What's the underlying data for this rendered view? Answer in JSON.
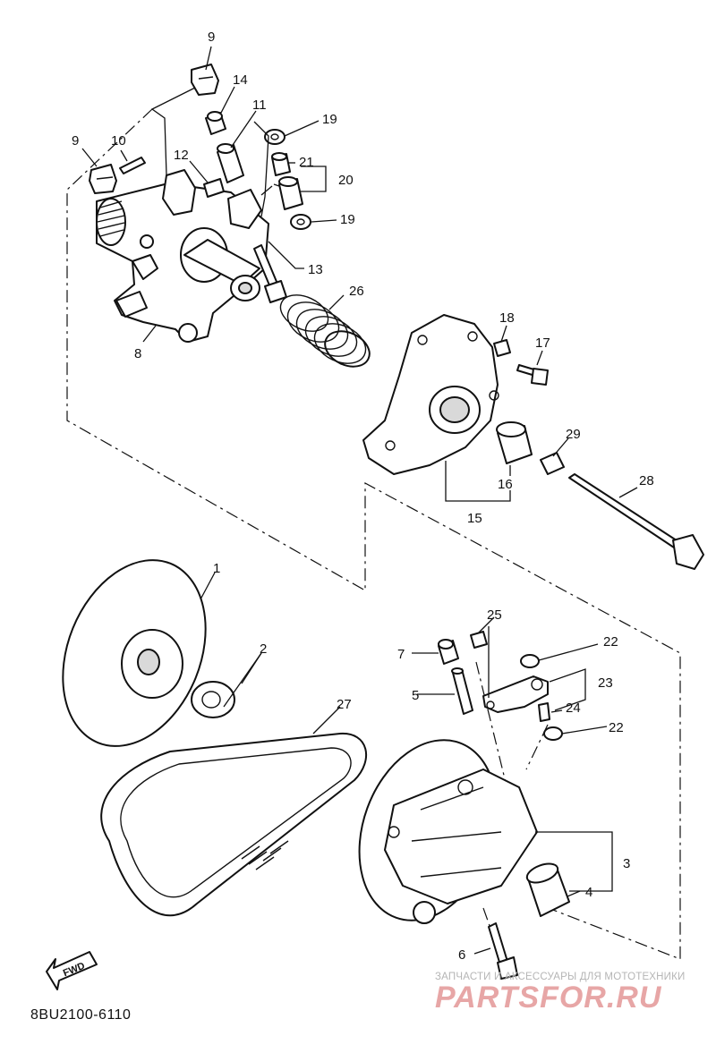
{
  "diagram_code": "8BU2100-6110",
  "fwd_label": "FWD",
  "watermark": {
    "tagline": "ЗАПЧАСТИ И АКСЕССУАРЫ ДЛЯ МОТОТЕХНИКИ",
    "brand": "PARTSFOR.RU"
  },
  "callouts": {
    "c1": "1",
    "c2": "2",
    "c3": "3",
    "c4": "4",
    "c5": "5",
    "c6": "6",
    "c7": "7",
    "c8": "8",
    "c9a": "9",
    "c9b": "9",
    "c10": "10",
    "c11": "11",
    "c12": "12",
    "c13": "13",
    "c14": "14",
    "c15": "15",
    "c16": "16",
    "c17": "17",
    "c18": "18",
    "c19a": "19",
    "c19b": "19",
    "c20": "20",
    "c21": "21",
    "c22a": "22",
    "c22b": "22",
    "c23": "23",
    "c24": "24",
    "c25": "25",
    "c26": "26",
    "c27": "27",
    "c28": "28",
    "c29": "29"
  }
}
